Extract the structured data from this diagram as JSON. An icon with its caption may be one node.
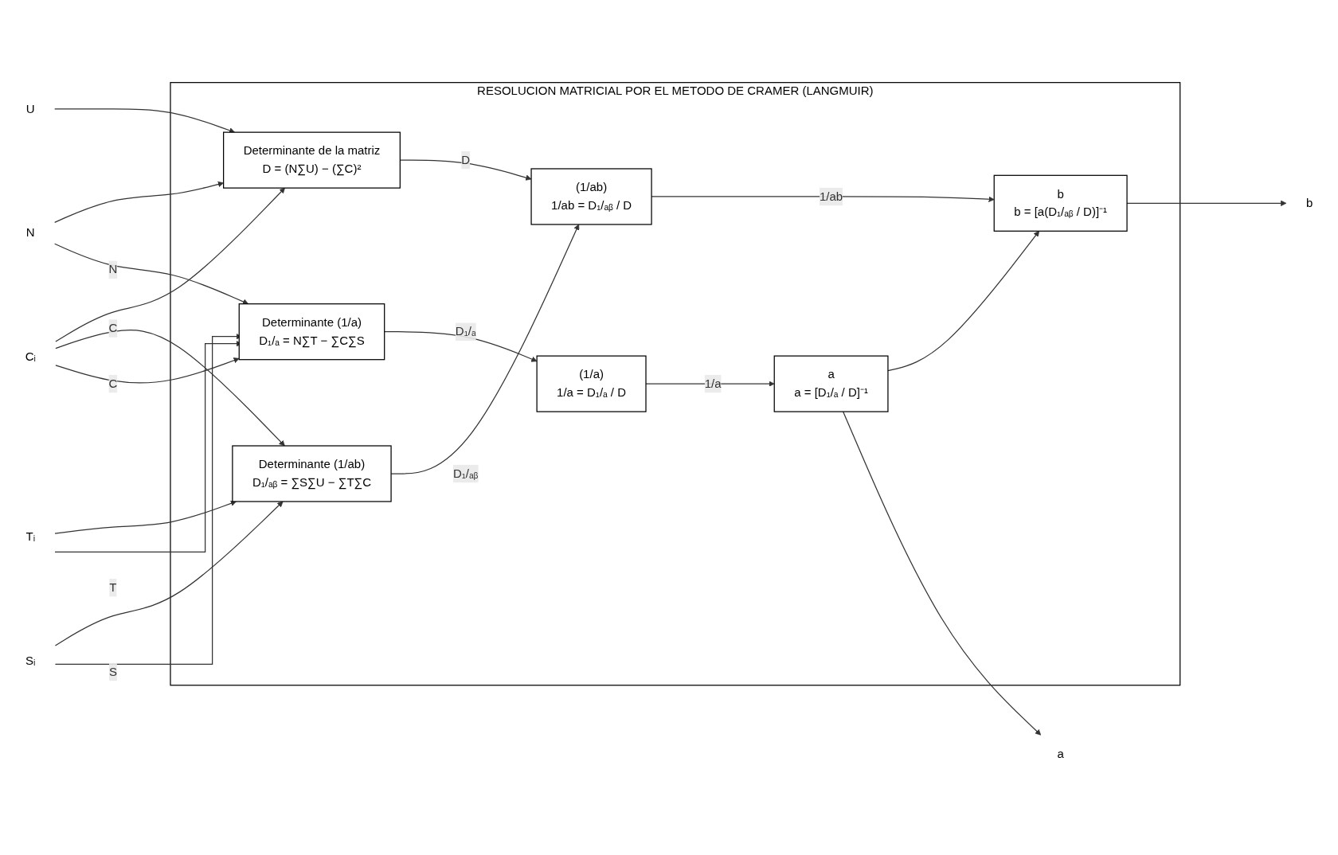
{
  "diagram": {
    "nodes": [
      {
        "text": [
          "RESOLUCION MATRICIAL POR EL METODO DE CRAMER (LANGMUIR)"
        ]
      },
      {
        "text": [
          "N"
        ]
      },
      {
        "text": [
          "U"
        ]
      },
      {
        "text": [
          "Cᵢ"
        ]
      },
      {
        "text": [
          "Tᵢ"
        ]
      },
      {
        "text": [
          "Sᵢ"
        ]
      },
      {
        "text": [
          "Determinante de la matriz",
          "D = (N∑U) − (∑C)²"
        ],
        "in": 0
      },
      {
        "text": [
          "Determinante (1/ab)",
          "D₁/ₐᵦ = ∑S∑U − ∑T∑C"
        ],
        "in": 0
      },
      {
        "text": [
          "Determinante (1/a)",
          "D₁/ₐ = N∑T − ∑C∑S"
        ],
        "in": 0
      },
      {
        "text": [
          "(1/ab)",
          "1/ab = D₁/ₐᵦ / D"
        ],
        "in": 0
      },
      {
        "text": [
          "(1/a)",
          "1/a = D₁/ₐ / D"
        ],
        "in": 0
      },
      {
        "text": [
          "b",
          "b = [a(D₁/ₐᵦ / D)]⁻¹"
        ],
        "in": 0
      },
      {
        "text": [
          "a",
          "a = [D₁/ₐ / D]⁻¹"
        ],
        "in": 0
      },
      {
        "text": [
          "b"
        ]
      },
      {
        "text": [
          "a"
        ]
      }
    ],
    "edges": [
      {
        "from": 1,
        "to": 6,
        "arrow": "to"
      },
      {
        "from": 2,
        "to": 6,
        "arrow": "to"
      },
      {
        "from": 3,
        "to": 6,
        "arrow": "to"
      },
      {
        "from": 3,
        "to": 7,
        "label": "C",
        "arrow": "to"
      },
      {
        "from": 4,
        "to": 7,
        "arrow": "to"
      },
      {
        "from": 5,
        "to": 7,
        "arrow": "to"
      },
      {
        "from": 3,
        "to": 8,
        "label": "C",
        "arrow": "to"
      },
      {
        "from": 1,
        "to": 8,
        "label": "N",
        "arrow": "to"
      },
      {
        "from": 5,
        "to": 8,
        "label": "S",
        "arrow": "to"
      },
      {
        "from": 4,
        "to": 8,
        "label": "T",
        "arrow": "to"
      },
      {
        "from": 6,
        "to": 9,
        "label": "D",
        "arrow": "to"
      },
      {
        "from": 7,
        "to": 9,
        "label": "D₁/ₐᵦ",
        "arrow": "to"
      },
      {
        "from": 8,
        "to": 10,
        "label": "D₁/ₐ",
        "arrow": "to"
      },
      {
        "from": 9,
        "to": 11,
        "label": "1/ab",
        "arrow": "to"
      },
      {
        "from": 10,
        "to": 12,
        "label": "1/a",
        "arrow": "to"
      },
      {
        "from": 12,
        "to": 11,
        "arrow": "to"
      },
      {
        "from": 11,
        "to": 13,
        "arrow": "to"
      },
      {
        "from": 12,
        "to": 14,
        "arrow": "to"
      }
    ]
  }
}
